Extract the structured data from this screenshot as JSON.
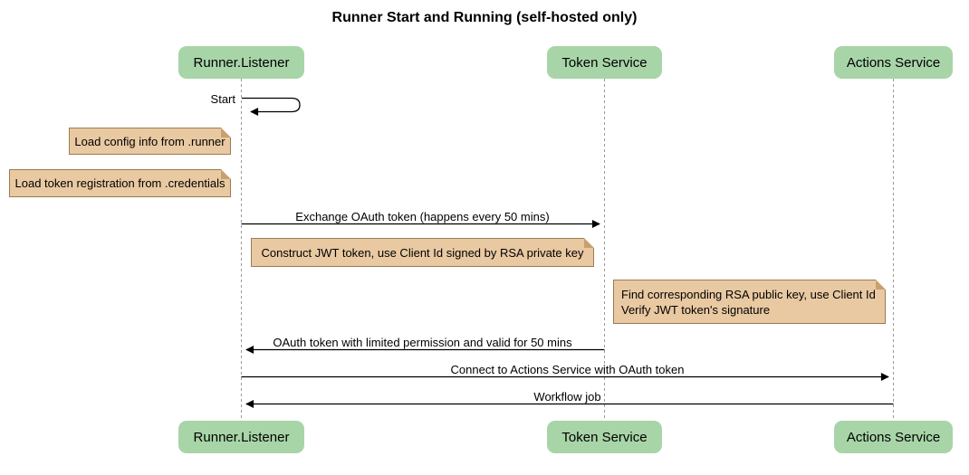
{
  "diagram": {
    "type": "sequence",
    "title": "Runner Start and Running (self-hosted only)"
  },
  "participants": [
    {
      "label": "Runner.Listener"
    },
    {
      "label": "Token Service"
    },
    {
      "label": "Actions Service"
    }
  ],
  "messages": [
    {
      "from": "Runner.Listener",
      "to": "Runner.Listener",
      "kind": "self",
      "label": "Start"
    },
    {
      "from": "Runner.Listener",
      "to": "Token Service",
      "kind": "solid-arrow",
      "label": "Exchange OAuth token (happens every 50 mins)"
    },
    {
      "from": "Token Service",
      "to": "Runner.Listener",
      "kind": "solid-arrow",
      "label": "OAuth token with limited permission and valid for 50 mins"
    },
    {
      "from": "Runner.Listener",
      "to": "Actions Service",
      "kind": "solid-arrow",
      "label": "Connect to Actions Service with OAuth token"
    },
    {
      "from": "Actions Service",
      "to": "Runner.Listener",
      "kind": "solid-arrow",
      "label": "Workflow job"
    }
  ],
  "notes": [
    {
      "text": "Load config info from .runner"
    },
    {
      "text": "Load token registration from .credentials"
    },
    {
      "text": "Construct JWT token, use Client Id signed by RSA private key"
    },
    {
      "lines": [
        "Find corresponding RSA public key, use Client Id",
        "Verify JWT token's signature"
      ]
    }
  ],
  "colors": {
    "background": "#ffffff",
    "participant_fill": "#a8d5a7",
    "note_fill": "#e9c9a2",
    "note_border": "#9a7b55",
    "note_fold": "#c9a06d",
    "lifeline": "#999999",
    "message_line": "#000000",
    "text": "#000000"
  }
}
